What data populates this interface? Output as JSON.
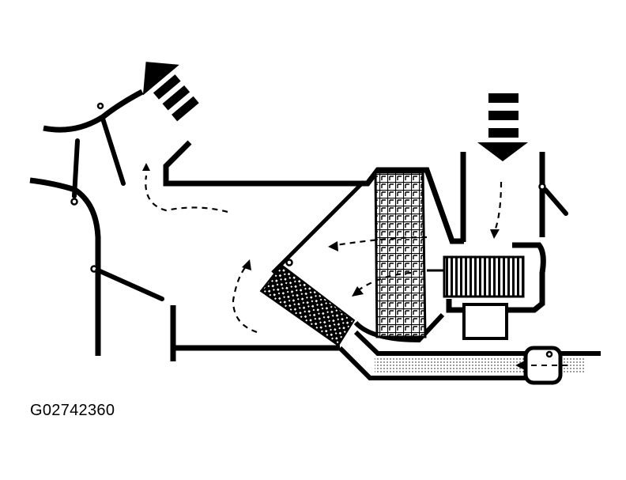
{
  "figure_id": "G02742360",
  "colors": {
    "ink": "#000000",
    "paper": "#ffffff"
  },
  "icons": [
    "airflow-outlet-arrow",
    "fresh-air-inlet-arrow",
    "coolant-flow-arrow"
  ]
}
